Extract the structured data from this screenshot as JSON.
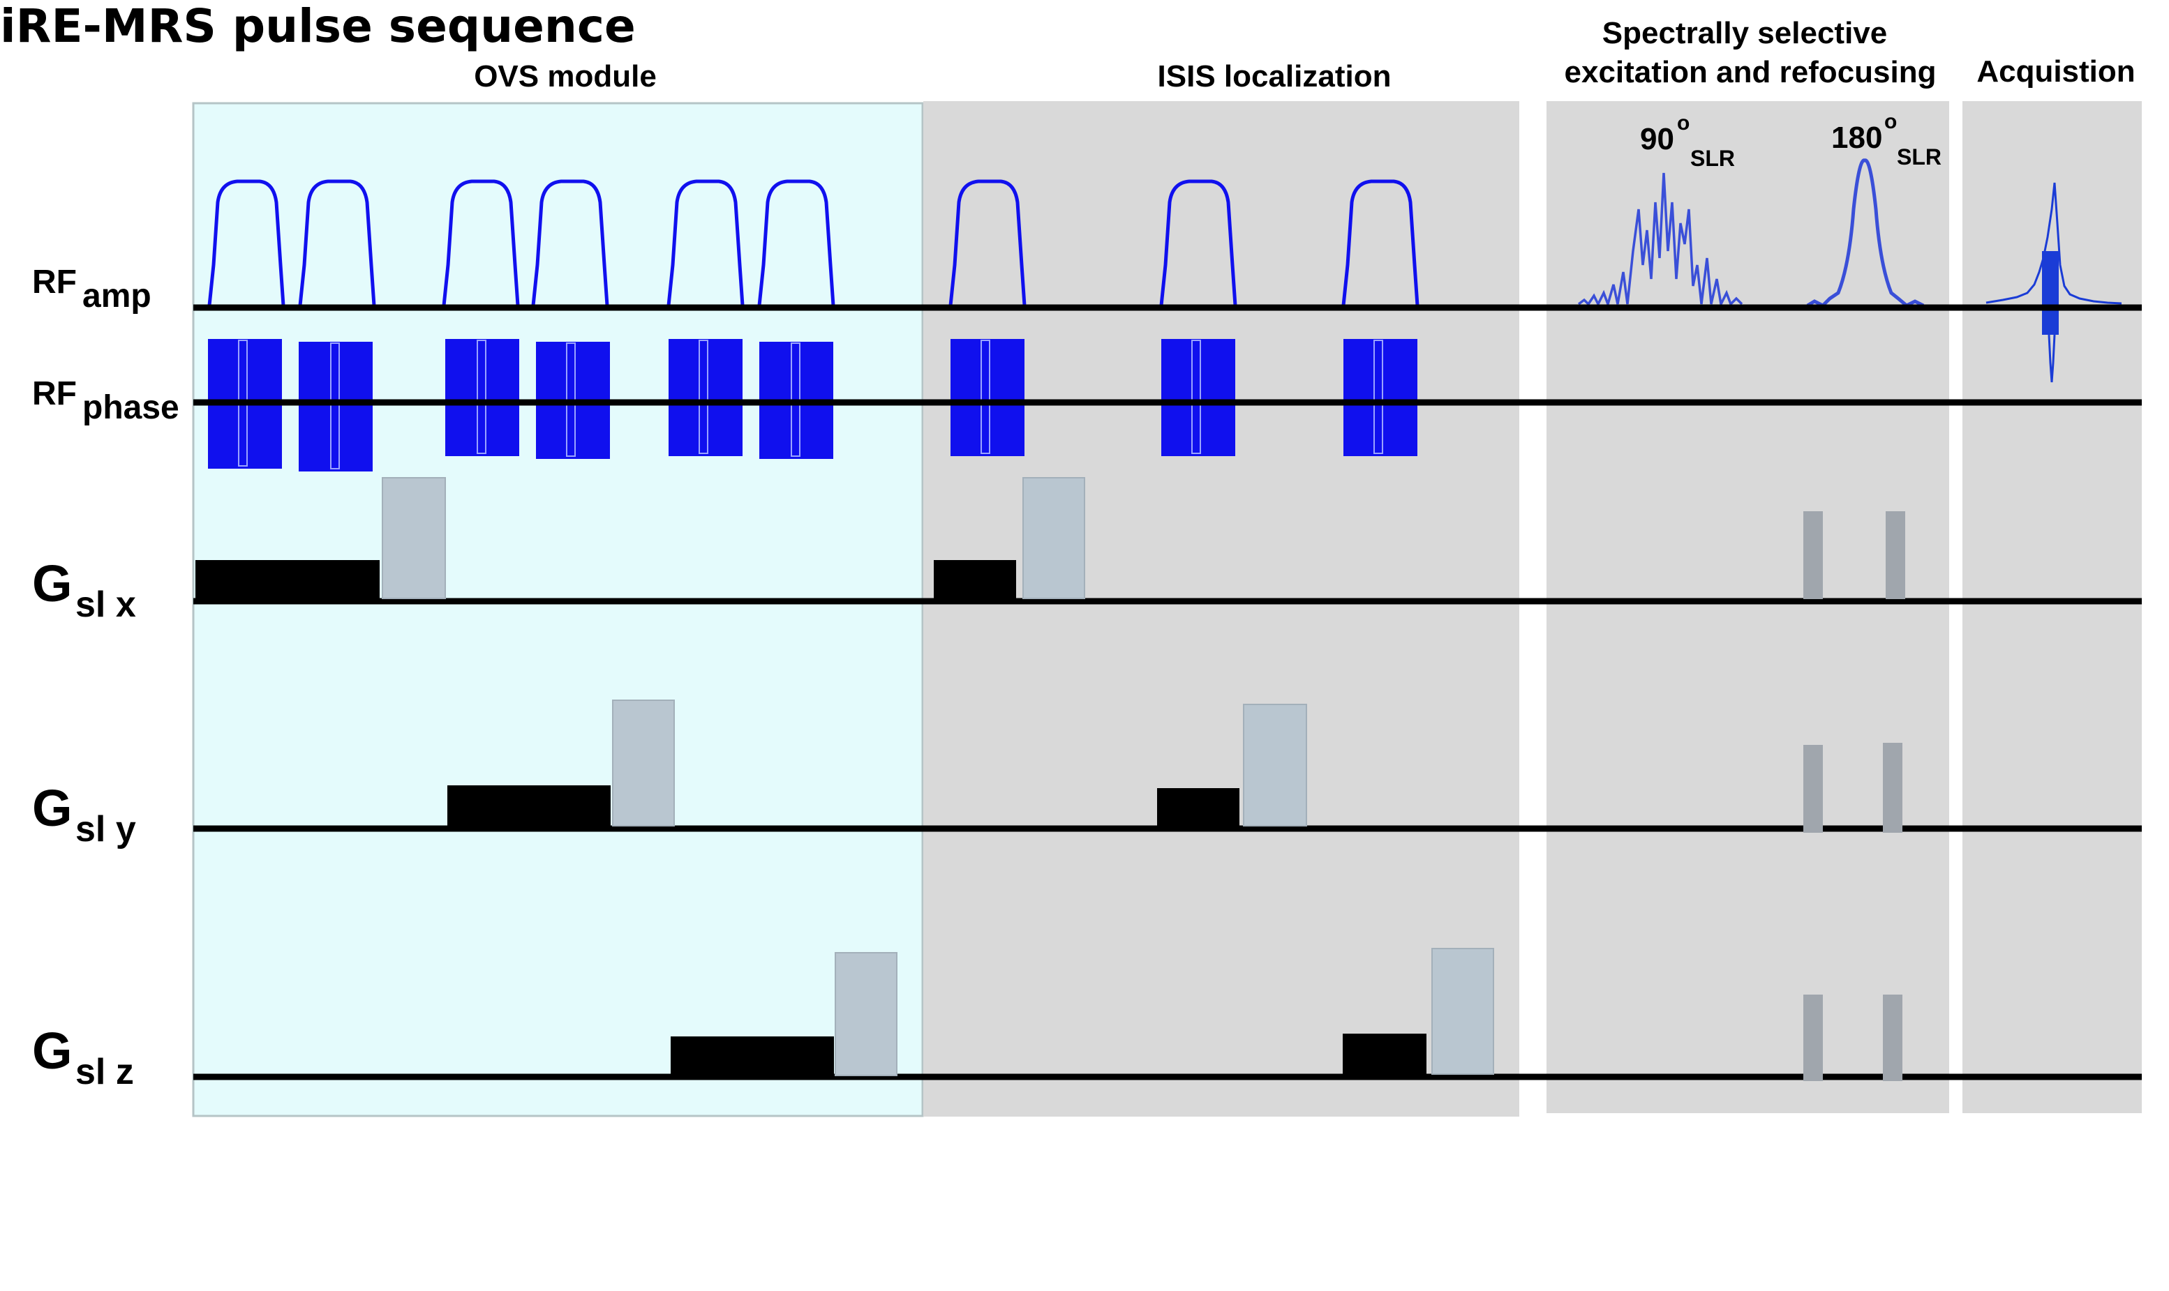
{
  "title": "iRE-MRS pulse sequence",
  "sections": {
    "ovs": "OVS module",
    "isis": "ISIS localization",
    "spectral_line1": "Spectrally selective",
    "spectral_line2": "excitation and refocusing",
    "acq": "Acquistion"
  },
  "pulse_labels": {
    "p90_main": "90",
    "p90_sup": "o",
    "p90_sub": "SLR",
    "p180_main": "180",
    "p180_sup": "o",
    "p180_sub": "SLR"
  },
  "row_labels": {
    "rf_amp_main": "RF",
    "rf_amp_sub": "amp",
    "rf_phase_main": "RF",
    "rf_phase_sub": "phase",
    "gx_main": "G",
    "gx_sub": "sl x",
    "gy_main": "G",
    "gy_sub": "sl y",
    "gz_main": "G",
    "gz_sub": "sl z"
  },
  "colors": {
    "ovs_bg": "#e4fbfc",
    "gray_bg": "#d9d9d9",
    "pulse_blue": "#1010ee",
    "slr_blue": "#3a4fd8",
    "gradient": "#000000",
    "crusher": "#b9c6d0",
    "spoiler": "#a0a6ad"
  }
}
